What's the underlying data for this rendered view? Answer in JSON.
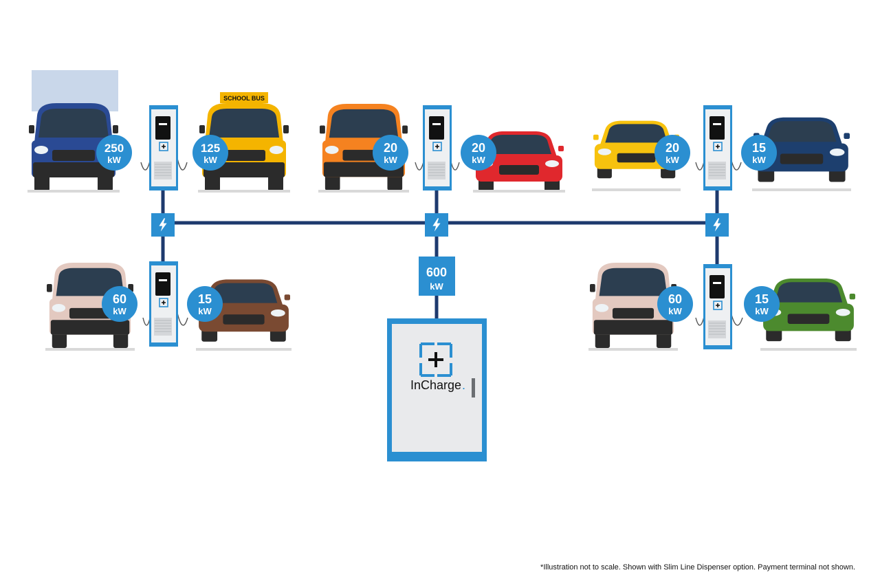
{
  "colors": {
    "line": "#1e3a6e",
    "badge": "#2b8fd1",
    "cabinet_frame": "#2b8fd1",
    "cabinet_body": "#e9eaec"
  },
  "cabinet": {
    "power": "600",
    "unit": "kW",
    "brand": "InCharge",
    "brand_mark": "."
  },
  "dispenser_brand": "InCharge.",
  "junction_icon": "lightning-bolt-icon",
  "vehicles": [
    {
      "type": "box truck",
      "color": "#2a4a94",
      "power": "250",
      "unit": "kW"
    },
    {
      "type": "school bus",
      "color": "#f4b400",
      "power": "125",
      "unit": "kW",
      "sign": "SCHOOL BUS"
    },
    {
      "type": "van",
      "color": "#f58220",
      "power": "20",
      "unit": "kW"
    },
    {
      "type": "sedan",
      "color": "#e0282d",
      "power": "20",
      "unit": "kW"
    },
    {
      "type": "car",
      "color": "#f7c20e",
      "power": "20",
      "unit": "kW"
    },
    {
      "type": "suv",
      "color": "#1d3f6e",
      "power": "15",
      "unit": "kW"
    },
    {
      "type": "van",
      "color": "#e3c9c0",
      "power": "60",
      "unit": "kW"
    },
    {
      "type": "suv",
      "color": "#7a4a32",
      "power": "15",
      "unit": "kW"
    },
    {
      "type": "van",
      "color": "#e3c9c0",
      "power": "60",
      "unit": "kW"
    },
    {
      "type": "hatchback",
      "color": "#4c8a2e",
      "power": "15",
      "unit": "kW"
    }
  ],
  "footnote": "*Illustration not to scale. Shown with Slim Line Dispenser option. Payment terminal not shown."
}
